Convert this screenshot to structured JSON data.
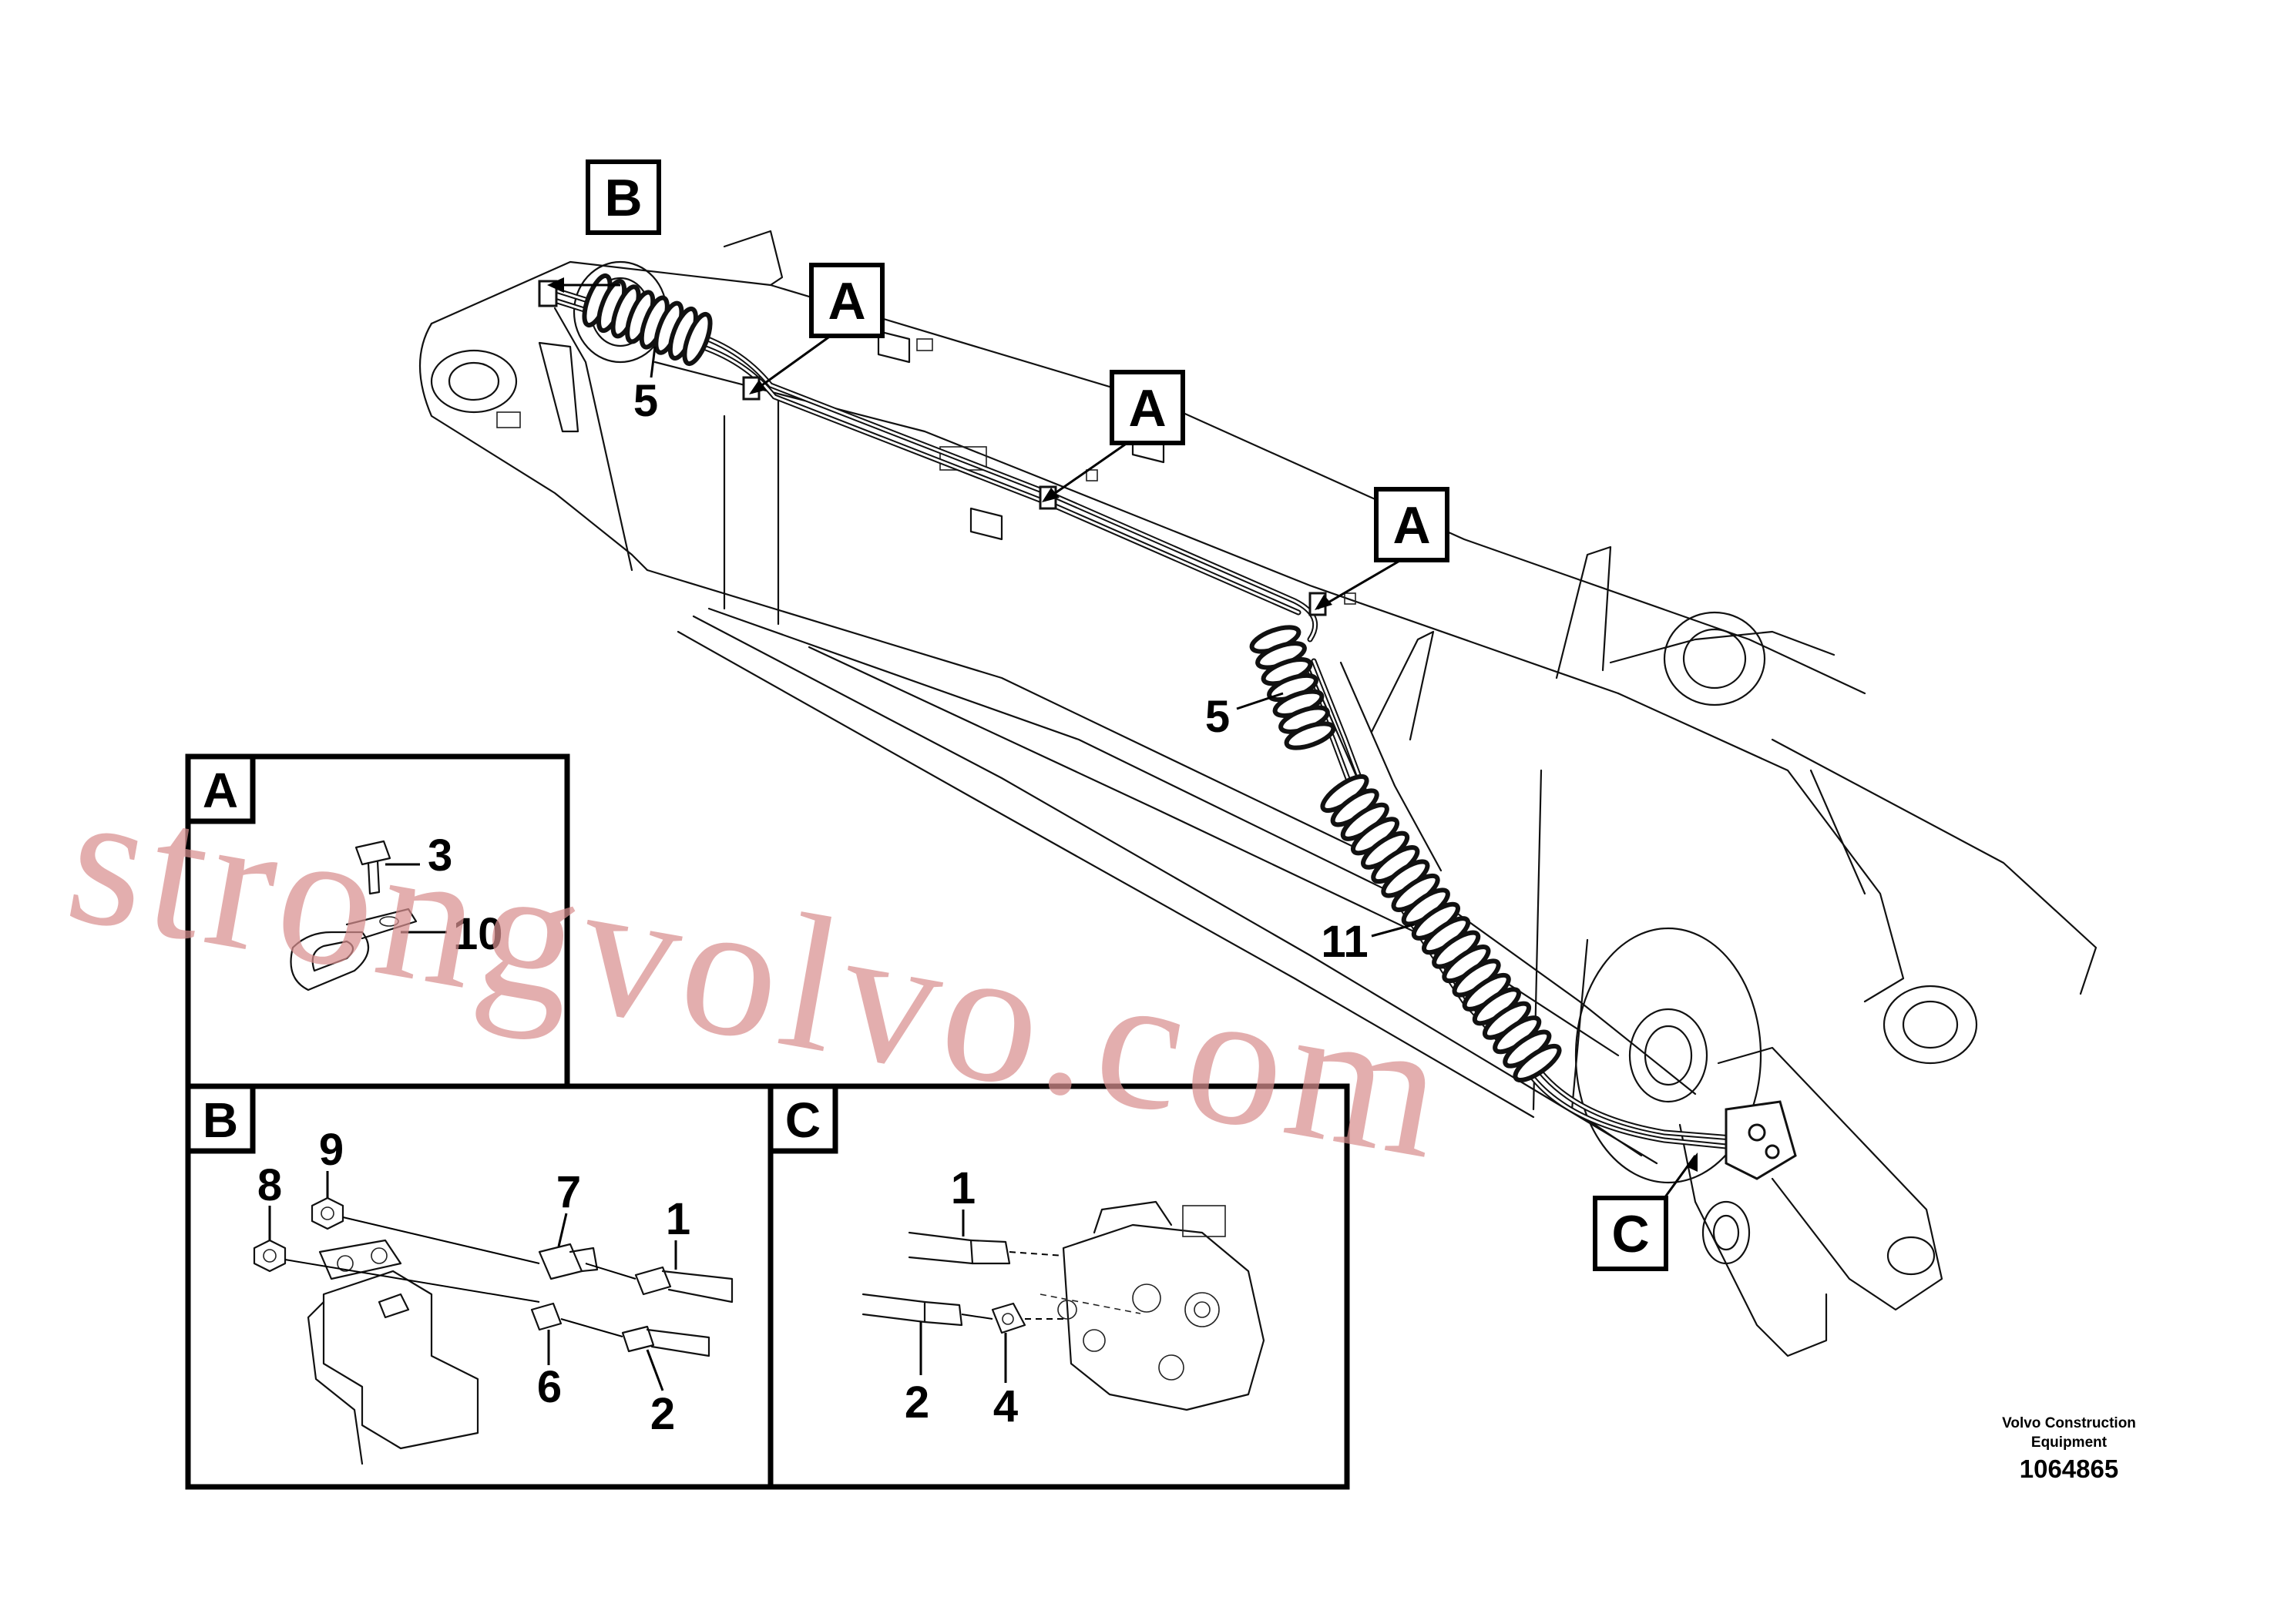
{
  "diagram": {
    "callout_boxes": [
      {
        "id": "box-b-top",
        "letter": "B"
      },
      {
        "id": "box-a-1",
        "letter": "A"
      },
      {
        "id": "box-a-2",
        "letter": "A"
      },
      {
        "id": "box-a-3",
        "letter": "A"
      },
      {
        "id": "box-c",
        "letter": "C"
      }
    ],
    "main_labels": [
      {
        "id": "label-5-a",
        "text": "5"
      },
      {
        "id": "label-5-b",
        "text": "5"
      },
      {
        "id": "label-11",
        "text": "11"
      }
    ],
    "detail_a": {
      "letter": "A",
      "labels": [
        {
          "id": "a-3",
          "text": "3"
        },
        {
          "id": "a-10",
          "text": "10"
        }
      ]
    },
    "detail_b": {
      "letter": "B",
      "labels": [
        {
          "id": "b-9",
          "text": "9"
        },
        {
          "id": "b-8",
          "text": "8"
        },
        {
          "id": "b-7",
          "text": "7"
        },
        {
          "id": "b-1",
          "text": "1"
        },
        {
          "id": "b-6",
          "text": "6"
        },
        {
          "id": "b-2",
          "text": "2"
        }
      ]
    },
    "detail_c": {
      "letter": "C",
      "labels": [
        {
          "id": "c-1",
          "text": "1"
        },
        {
          "id": "c-2",
          "text": "2"
        },
        {
          "id": "c-4",
          "text": "4"
        }
      ]
    },
    "credit_line1": "Volvo Construction",
    "credit_line2": "Equipment",
    "part_number": "1064865",
    "watermark": "strongvolvo.com",
    "colors": {
      "ink": "#000000",
      "watermark": "#d88f8f"
    }
  }
}
